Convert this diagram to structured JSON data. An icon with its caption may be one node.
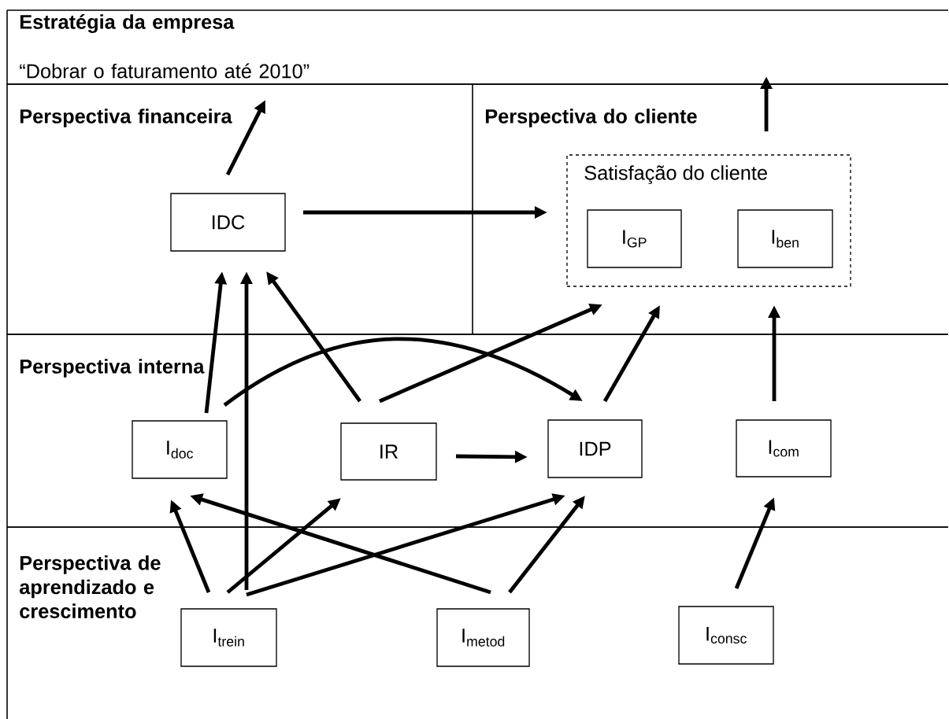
{
  "diagram": {
    "nodes": [
      {
        "text": [
          "Estratégia da empresa",
          "“Dobrar o faturamento até 2010”"
        ]
      },
      {
        "text": [
          "Perspectiva financeira"
        ]
      },
      {
        "text": [
          "Perspectiva do cliente"
        ]
      },
      {
        "text": [
          "Perspectiva interna"
        ]
      },
      {
        "text": [
          "Perspectiva de aprendizado e crescimento"
        ]
      },
      {
        "text": [
          "IDC"
        ],
        "in": 1
      },
      {
        "text": [
          "Satisfação do cliente"
        ],
        "in": 2
      },
      {
        "text": [
          "I$_{GP}$"
        ],
        "in": 6
      },
      {
        "text": [
          "I$_{ben}$"
        ],
        "in": 6
      },
      {
        "text": [
          "I$_{doc}$"
        ],
        "in": 3
      },
      {
        "text": [
          "IR"
        ],
        "in": 3
      },
      {
        "text": [
          "IDP"
        ],
        "in": 3
      },
      {
        "text": [
          "I$_{com}$"
        ],
        "in": 3
      },
      {
        "text": [
          "I$_{trein}$"
        ],
        "in": 4
      },
      {
        "text": [
          "I$_{metod}$"
        ],
        "in": 4
      },
      {
        "text": [
          "I$_{consc}$"
        ],
        "in": 4
      }
    ],
    "edges": [
      {
        "from": 5,
        "to": 0,
        "arrow": "to"
      },
      {
        "from": 6,
        "to": 0,
        "arrow": "to"
      },
      {
        "from": 5,
        "to": 6,
        "arrow": "to"
      },
      {
        "from": 9,
        "to": 5,
        "arrow": "to"
      },
      {
        "from": 13,
        "to": 5,
        "arrow": "to"
      },
      {
        "from": 10,
        "to": 5,
        "arrow": "to"
      },
      {
        "from": 9,
        "to": 11,
        "arrow": "to"
      },
      {
        "from": 10,
        "to": 6,
        "arrow": "to"
      },
      {
        "from": 11,
        "to": 6,
        "arrow": "to"
      },
      {
        "from": 12,
        "to": 6,
        "arrow": "to"
      },
      {
        "from": 10,
        "to": 11,
        "arrow": "to"
      },
      {
        "from": 13,
        "to": 9,
        "arrow": "to"
      },
      {
        "from": 13,
        "to": 10,
        "arrow": "to"
      },
      {
        "from": 13,
        "to": 11,
        "arrow": "to"
      },
      {
        "from": 14,
        "to": 9,
        "arrow": "to"
      },
      {
        "from": 14,
        "to": 11,
        "arrow": "to"
      },
      {
        "from": 15,
        "to": 12,
        "arrow": "to"
      }
    ]
  }
}
